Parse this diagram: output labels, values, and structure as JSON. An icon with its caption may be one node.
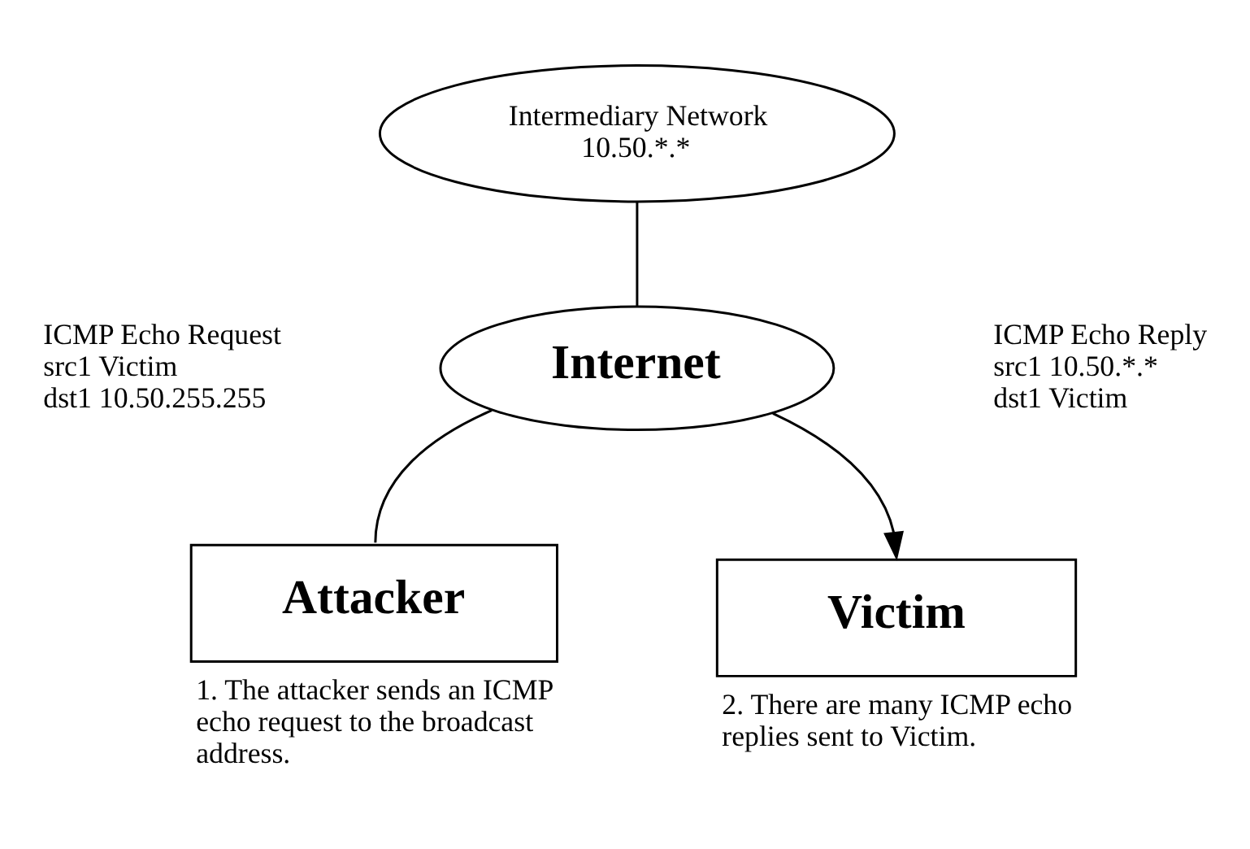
{
  "diagram": {
    "nodes": [
      {
        "text": [
          "Intermediary Network",
          "10.50.*.*"
        ]
      },
      {
        "text": [
          "Internet"
        ]
      },
      {
        "text": [
          "Attacker"
        ],
        "beside": [
          "1. The attacker sends an ICMP echo request to the broadcast address."
        ]
      },
      {
        "text": [
          "Victim"
        ],
        "beside": [
          "2. There are many ICMP echo replies sent to Victim."
        ]
      }
    ],
    "edges": [
      {
        "from": 0,
        "to": 1,
        "arrow": "none"
      },
      {
        "from": 2,
        "to": 1,
        "arrow": "none"
      },
      {
        "from": 1,
        "to": 3,
        "arrow": "to"
      }
    ],
    "labels": [
      "ICMP Echo Request",
      "src1 Victim",
      "dst1 10.50.255.255",
      "ICMP Echo Reply",
      "src1 10.50.*.*",
      "dst1 Victim"
    ]
  }
}
